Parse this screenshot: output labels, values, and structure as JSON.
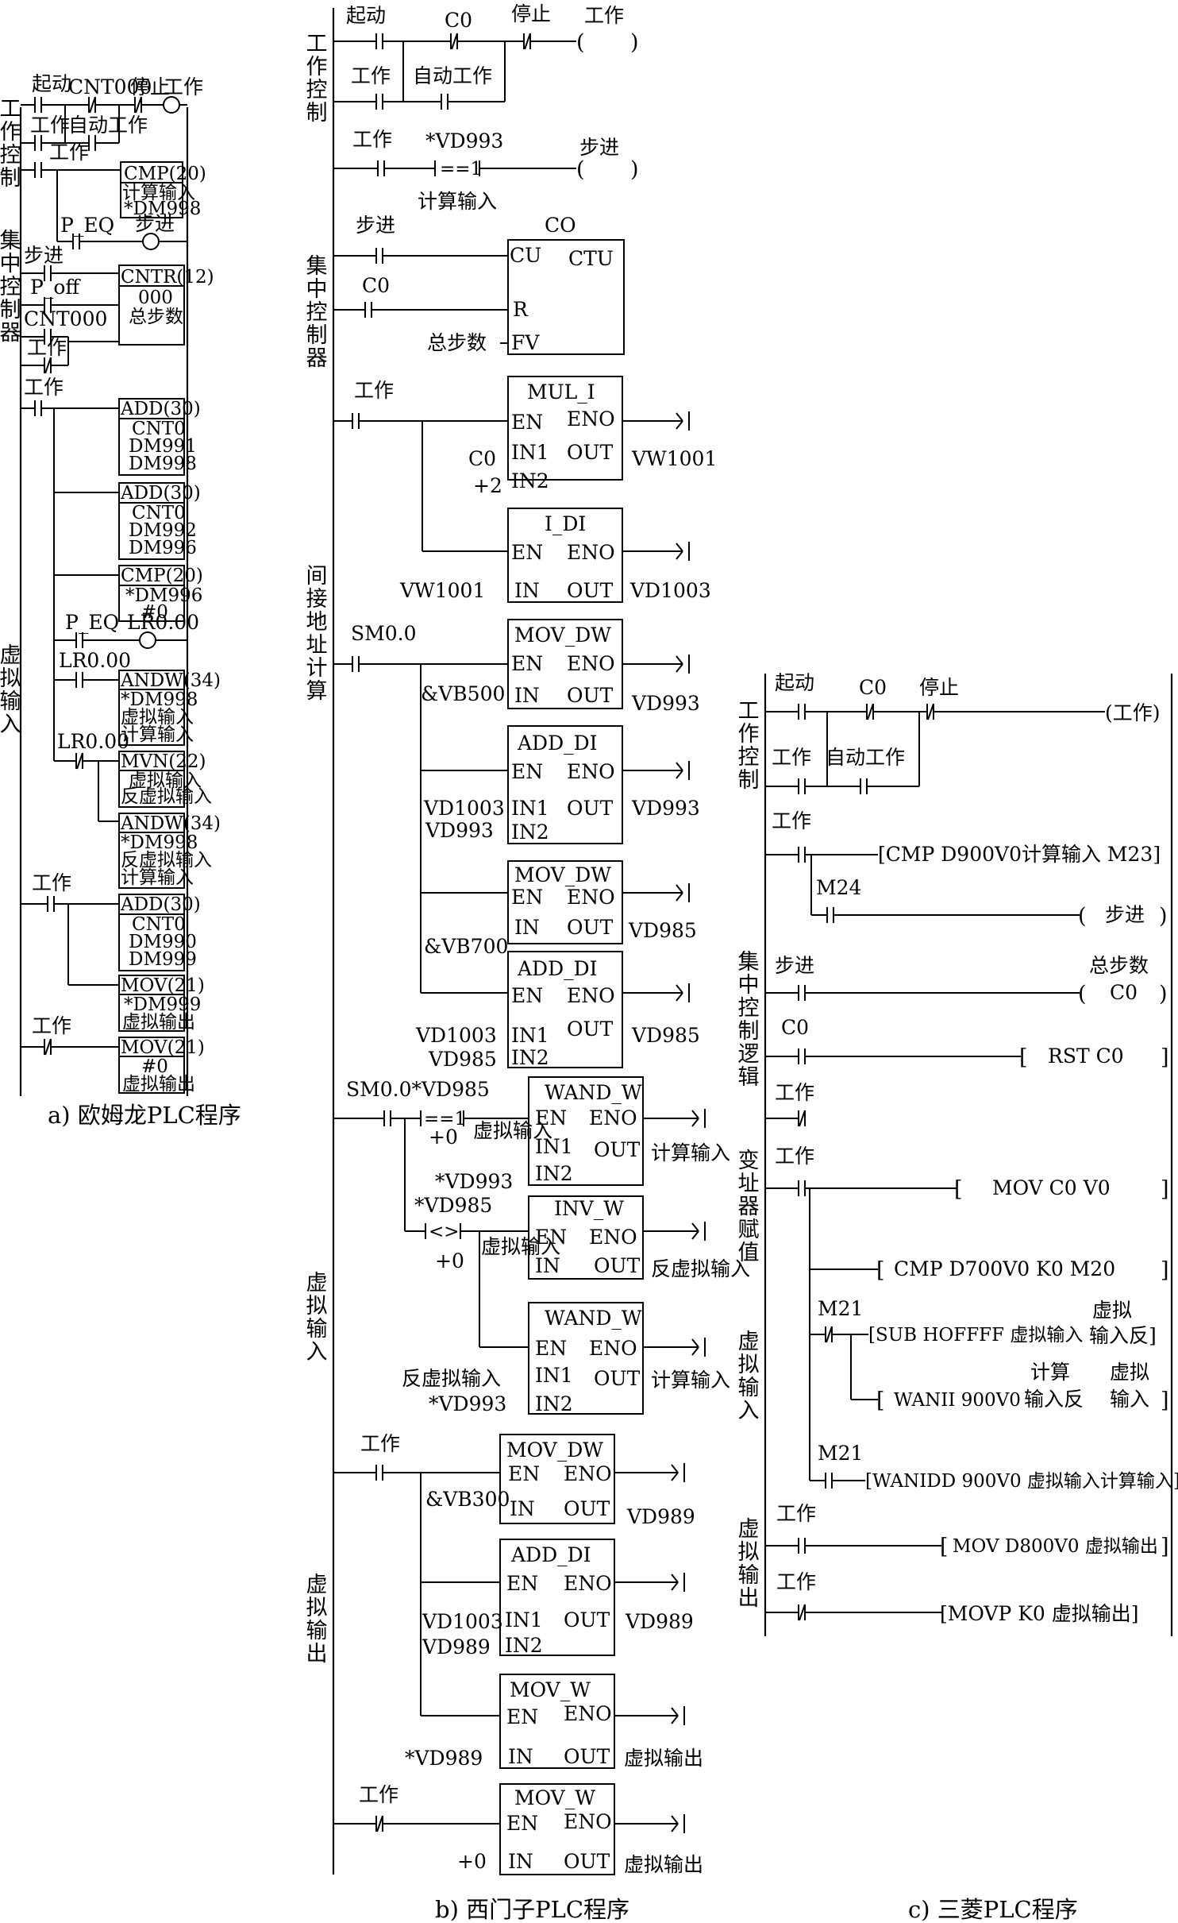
{
  "captions": {
    "omron": "a) 欧姆龙PLC程序",
    "siemens": "b) 西门子PLC程序",
    "mitsubishi": "c) 三菱PLC程序"
  },
  "omron": {
    "sections": {
      "work_control": "工作控制",
      "central_controller": "集中控制器",
      "virtual_input": "虚拟输入"
    },
    "labels": {
      "start": "起动",
      "cnt000": "CNT000",
      "stop": "停止",
      "work": "工作",
      "auto_work": "自动工作",
      "p_eq": "P_EQ",
      "step": "步进",
      "p_off": "P_off",
      "lr000": "LR0.00"
    },
    "blocks": {
      "cmp1": [
        "CMP(20)",
        "计算输入",
        "*DM998"
      ],
      "cntr": [
        "CNTR(12)",
        "000",
        "总步数"
      ],
      "add1": [
        "ADD(30)",
        "CNT0",
        "DM991",
        "DM998"
      ],
      "add2": [
        "ADD(30)",
        "CNT0",
        "DM992",
        "DM996"
      ],
      "cmp2": [
        "CMP(20)",
        "*DM996",
        "#0"
      ],
      "andw1": [
        "ANDW(34)",
        "*DM998",
        "虚拟输入",
        "计算输入"
      ],
      "mvn": [
        "MVN(22)",
        "虚拟输入",
        "反虚拟输入"
      ],
      "andw2": [
        "ANDW(34)",
        "*DM998",
        "反虚拟输入",
        "计算输入"
      ],
      "add3": [
        "ADD(30)",
        "CNT0",
        "DM990",
        "DM999"
      ],
      "mov1": [
        "MOV(21)",
        "*DM999",
        "虚拟输出"
      ],
      "mov2": [
        "MOV(21)",
        "#0",
        "虚拟输出"
      ]
    }
  },
  "siemens": {
    "sections": {
      "work_control": "工作控制",
      "central_controller": "集中控制器",
      "indirect_address": "间接地址计算",
      "virtual_input": "虚拟输入",
      "virtual_output": "虚拟输出"
    },
    "labels": {
      "start": "起动",
      "c0": "C0",
      "stop": "停止",
      "work": "工作",
      "auto_work": "自动工作",
      "vd993_ptr": "*VD993",
      "eq1": "==1",
      "calc_input": "计算输入",
      "step": "步进",
      "co": "CO",
      "total_steps": "总步数",
      "c0_in": "C0",
      "plus2": "+2",
      "vw1001": "VW1001",
      "vd1003": "VD1003",
      "sm00": "SM0.0",
      "vb500": "&VB500",
      "vd993": "VD993",
      "vb700": "&VB700",
      "vd985": "VD985",
      "sm00_vd985": "SM0.0*VD985",
      "plus0": "+0",
      "virtual_input": "虚拟输入",
      "vd993_ptr2": "*VD993",
      "vd985_ptr": "*VD985",
      "neq": "<>",
      "inv_virtual_input": "反虚拟输入",
      "vb300": "&VB300",
      "vd989": "VD989",
      "vd989_ptr": "*VD989",
      "virtual_output": "虚拟输出"
    },
    "pins": {
      "en": "EN",
      "eno": "ENO",
      "in": "IN",
      "in1": "IN1",
      "in2": "IN2",
      "out": "OUT",
      "cu": "CU",
      "ctu": "CTU",
      "r": "R",
      "fv": "FV"
    },
    "blocks": {
      "mul_i": "MUL_I",
      "i_di": "I_DI",
      "mov_dw": "MOV_DW",
      "add_di": "ADD_DI",
      "wand_w": "WAND_W",
      "inv_w": "INV_W",
      "mov_w": "MOV_W"
    }
  },
  "mitsubishi": {
    "sections": {
      "work_control": "工作控制",
      "central_logic": "集中控制逻辑",
      "register_assign": "变址器赋值",
      "virtual_input": "虚拟输入",
      "virtual_output": "虚拟输出"
    },
    "labels": {
      "start": "起动",
      "c0": "C0",
      "stop": "停止",
      "work": "工作",
      "auto_work": "自动工作",
      "work_coil": "(工作)",
      "m24": "M24",
      "step_coil": "步进",
      "step": "步进",
      "total_steps": "总步数",
      "c0_coil": "C0",
      "m21": "M21"
    },
    "instructions": {
      "cmp1": "[CMP D900V0计算输入 M23]",
      "rst": "RST   C0",
      "mov": "MOV  C0  V0",
      "cmp2": "CMP   D700V0  K0  M20",
      "sub": "[SUB HOFFFF 虚拟输入",
      "sub_out1": "虚拟",
      "sub_out2": "输入反]",
      "wanii": "WANII   900V0",
      "wanii_a1": "计算",
      "wanii_a2": "输入反",
      "wanii_b1": "虚拟",
      "wanii_b2": "输入",
      "wanidd": "[WANIDD 900V0  虚拟输入计算输入]",
      "mov_out": "MOV D800V0 虚拟输出",
      "movp": "[MOVP  K0 虚拟输出]"
    }
  }
}
